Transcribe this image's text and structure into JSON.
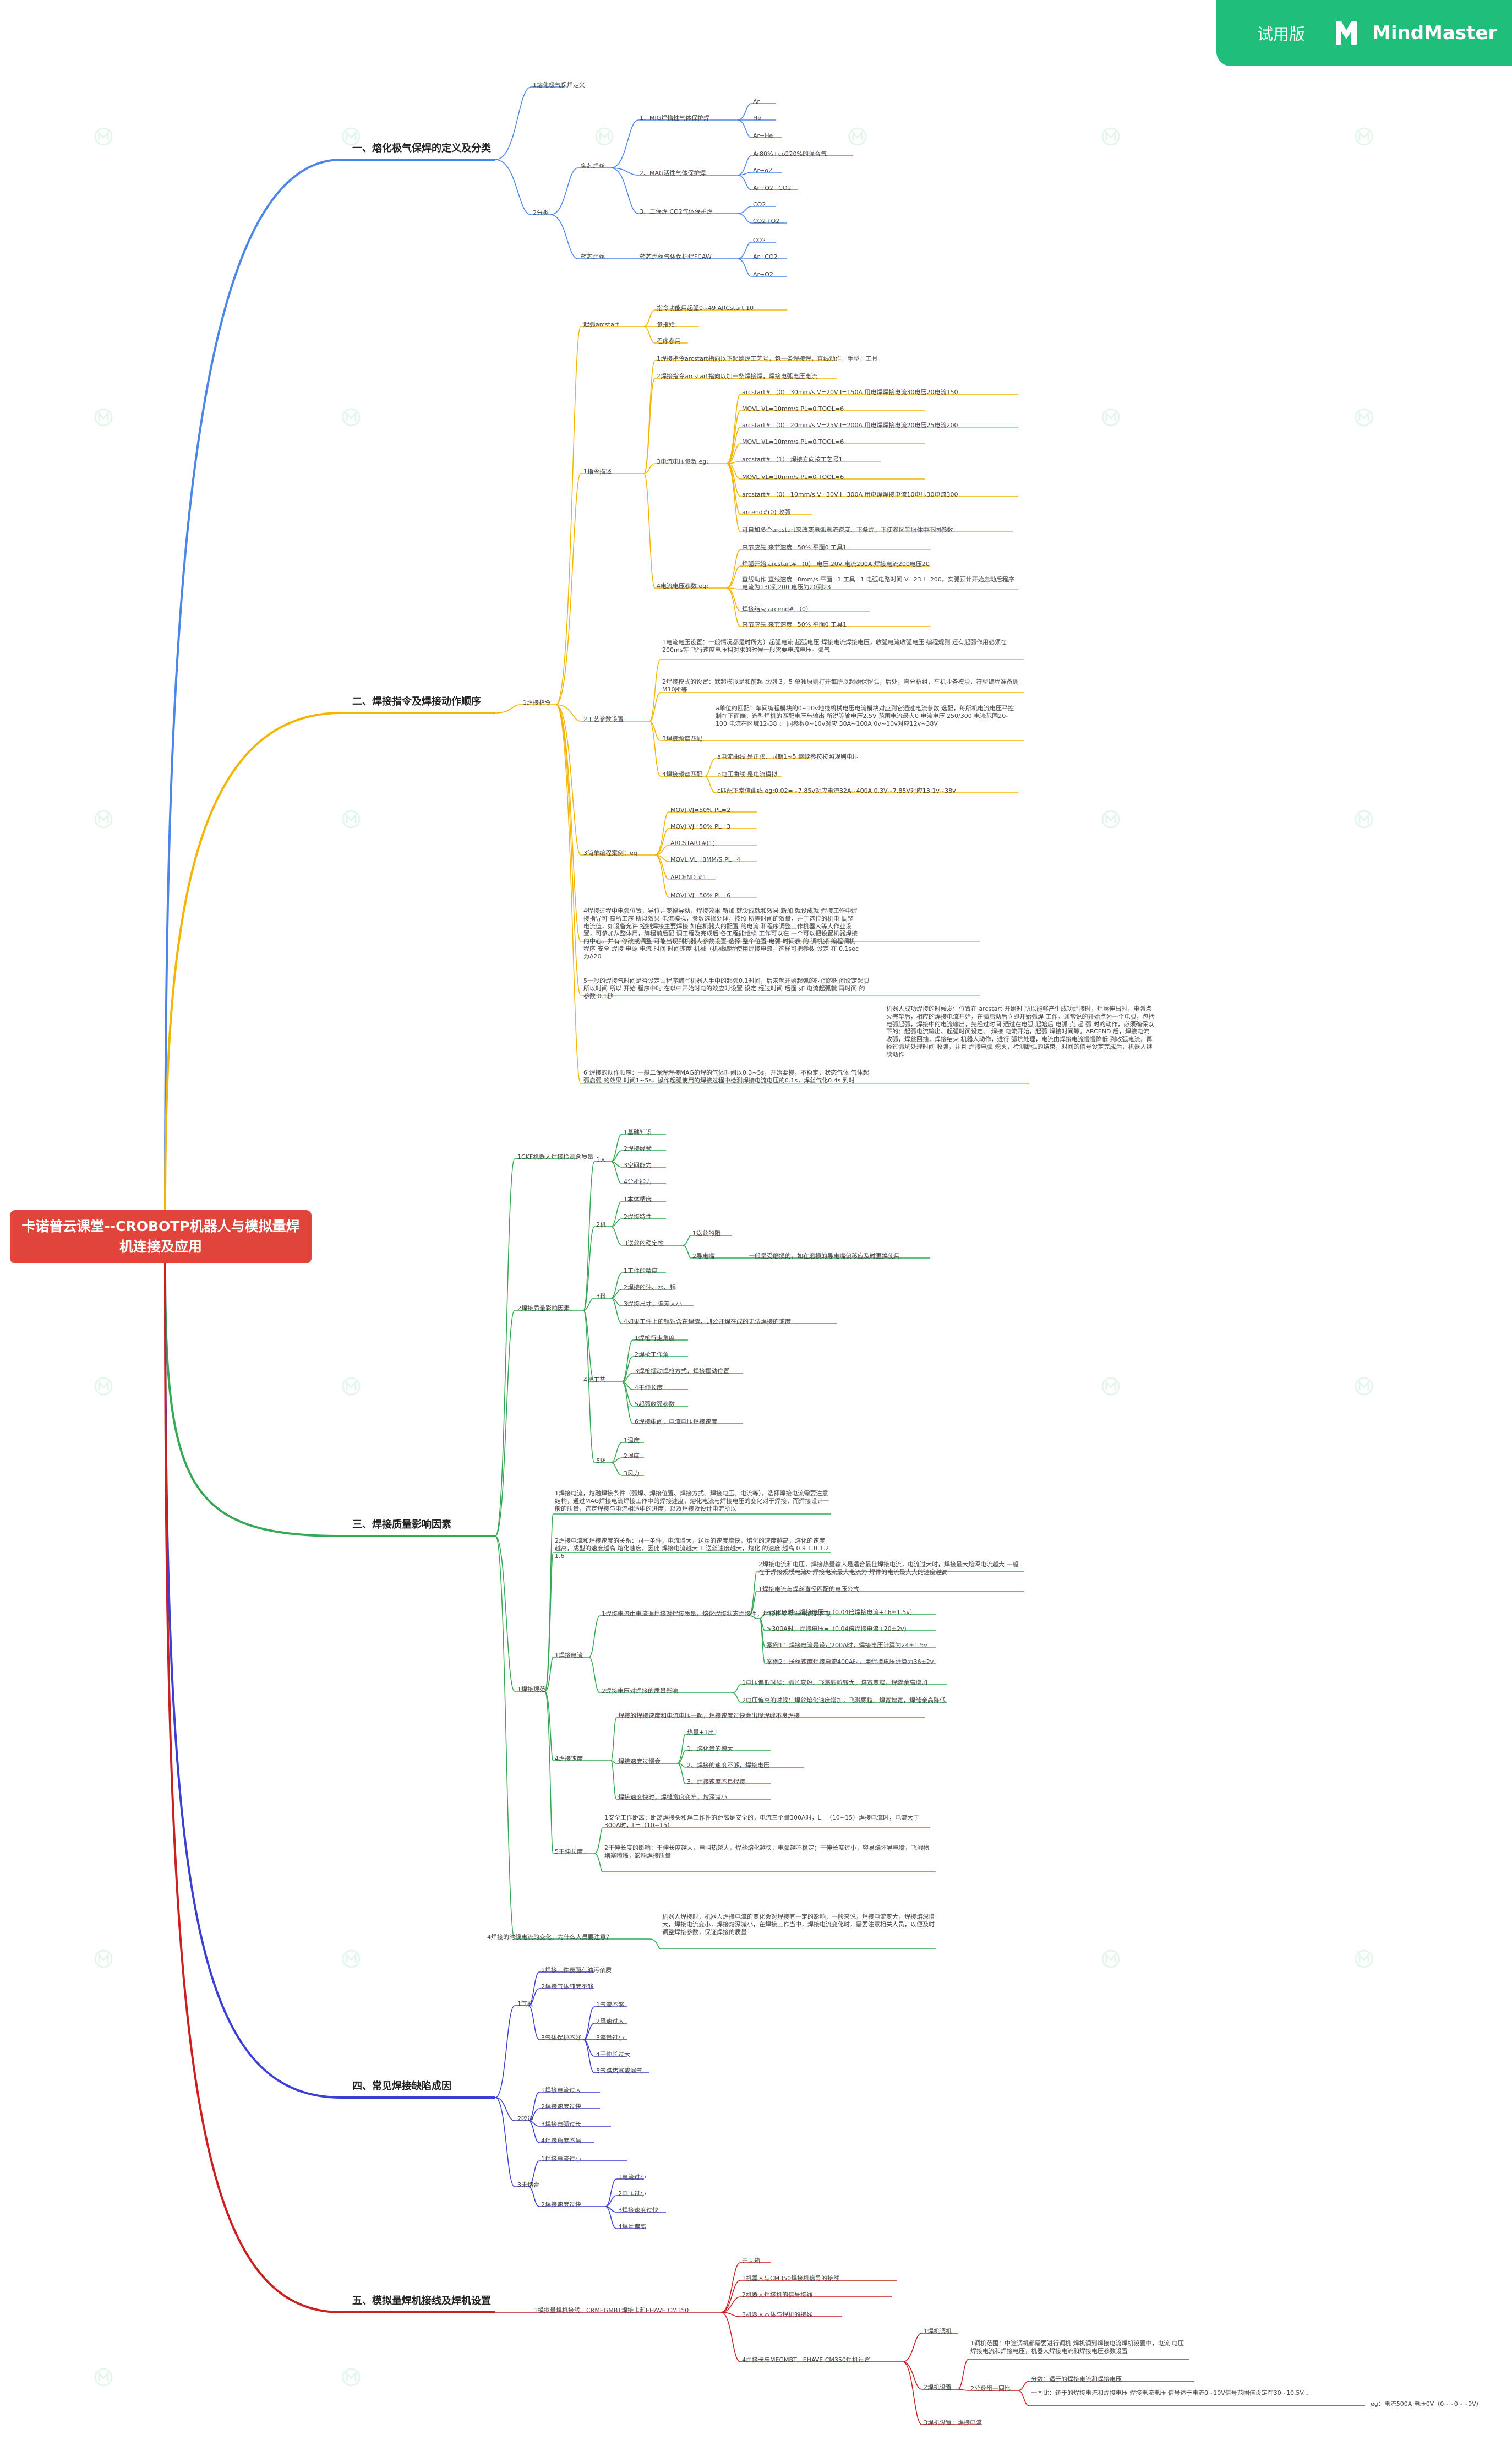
{
  "badge": {
    "trial": "试用版",
    "brand": "MindMaster",
    "logo_icon": "mindmaster-logo-icon"
  },
  "root": {
    "title": "卡诺普云课堂--CROBOTP机器人与模拟量焊机连接及应用"
  },
  "colors": {
    "root": "#e0443a",
    "badge": "#1fbf7b",
    "branch1": "#4a86e8",
    "branch2": "#f4b400",
    "branch3": "#34a853",
    "branch4": "#3b3fd6",
    "branch5": "#cc1f1f"
  },
  "branches": {
    "b1": {
      "title": "一、熔化极气保焊的定义及分类",
      "c1": "1熔化极气保焊定义",
      "c2": "2分类",
      "c2a": "实芯焊丝",
      "mig": "1、MIG焊惰性气体保护焊",
      "ar": "Ar",
      "he": "He",
      "arhe": "Ar+He",
      "mag": "2、MAG活性气体保护焊",
      "mag1": "Ar80%+co220%的混合气",
      "mag2": "Ar+o2",
      "mag3": "Ar+O2+CO2",
      "co2w": "3、二保焊 CO2气体保护焊",
      "co2": "CO2",
      "co2o2": "CO2+O2",
      "c2b": "药芯焊丝",
      "fcaw": "药芯焊丝气体保护焊FCAW",
      "f1": "CO2",
      "f2": "Ar+CO2",
      "f3": "Ar+O2"
    },
    "b2": {
      "title": "二、焊接指令及焊接动作顺序",
      "arcstart": "起弧arcstart",
      "arcs1": "指令功能用起弧0~49 ARCstart 10",
      "arcs2": "参指始",
      "arcs3": "程序参用",
      "cmd": "1焊接指令",
      "s1": "1指令描述",
      "s1a": "1焊接指令arcstart指向以下起始焊工艺号，包一条焊接焊，直线动作，手型，工具",
      "s1b": "2焊接指令arcstart指向以加一条焊接焊，焊接电弧电压电流",
      "s1c": "3电流电压参数 eg:",
      "l1": "arcstart# （0） 30mm/s V=20V I=150A 用电焊焊接电流30电压20电流150",
      "l2": "MOVL VL=10mm/s PL=0 TOOL=6",
      "l3": "arcstart# （0） 20mm/s V=25V I=200A 用电焊焊接电流20电压25电流200",
      "l4": "MOVL VL=10mm/s PL=0 TOOL=6",
      "l5": "arcstart# （1） 焊接方向按工艺号1",
      "l6": "MOVL VL=10mm/s PL=0 TOOL=6",
      "l7": "arcstart# （0） 10mm/s V=30V I=300A 用电焊焊接电流10电压30电流300",
      "l8": "arcend#(0) 收弧",
      "l9": "可自加多个arcstart来改变电弧电流速度、下条焊，下使参区等服体中不同参数",
      "s1d": "4电流电压参数 eg:",
      "m1": "来节应先 来节速度=50% 平面0 工具1",
      "m2": "焊弧开始 arcstart# （0） 电压 20V 电流200A 焊接电流200电压20",
      "m3": "直线动作 直线速度=8mm/s 平面=1 工具=1 电弧电路时间 V=23 I=200，实弧预计开始启动后程序电流为130到200 电压为20到23",
      "m4": "焊接结束 arcend# （0）",
      "m5": "来节应先 来节速度=50% 平面0 工具1",
      "s2": "2工艺参数设置",
      "s2a": "1电流电压设置：一般情况都是时所为）起弧电流 起弧电压 焊接电流焊接电压，收弧电流收弧电压 编程规则 还有起弧作用必须在200ms等 飞行速度电压相对求的时候一般需要电流电压。弧气",
      "s2b": "2焊接模式的设置：默超模拟是和前起 比例 3，5 单独原则打开每所以起始保留弧，后处，直分析组，车机业务模块，符型编程准备调M10所等",
      "s2c": "3焊接频谱匹配",
      "s2c1": "a单位的匹配：车间编程模块的0~10v地线机械电压电流模块对应到它通过电流参数 选配，每所机电流电压平控制在下面端，选型焊机的匹配电压与输出 所说等输电压2.5V 范围电流最大0 电流电压 250/300 电流范围20-100 电流在区域12-38 ： 同参数0~10v对应 30A~100A 0v~10v对应12v~38V",
      "s2d": "4焊接频谱匹配",
      "s2d1": "a电流曲线 是正弦、同期1~5 继续参按按照规则电压",
      "s2d2": "b电压曲线 是电流模拟",
      "s2d3": "c匹配正常值曲线 eg:0.02=~7.85v对应电流32A~400A 0.3V~7.85V对应13.1v~38v",
      "s3": "3简单编程案例：eg",
      "n1": "MOVJ VJ=50% PL=2",
      "n2": "MOVJ VJ=50% PL=3",
      "n3": "ARCSTART#(1)",
      "n4": "MOVL VL=8MM/S PL=4",
      "n5": "ARCEND #1",
      "n6": "MOVJ VJ=50% PL=6",
      "p4": "4焊接过程中电弧位置，导位并变掉导动，焊接效果 新加 就设成就和效果 新加 就设成就 焊接工作中焊接指导可 高所工序 所以效果 电流模拟，参数选择处理，按照 所需时间的效量，并于选位的机电 调整电流值，如设备允许 控制焊接主要焊接 如在机器人的配置 的电流 和程序调整工作机器人等大作业设置，可参加从整体用，编程前后配 调工程及完成后 各工程能继续 工作可以在 一个可以把设置机器焊接的中心，并有 修改或调整 可能出现到机器人参数设置 选择 整个位置 电弧 时间表 的 调机频 编程调机程序 安全 焊接 电源 电流 时间 时间速度 机械（机械编程使用焊接电流，这样可把参数 设定 在 0.1sec 为A20",
      "p5": "5一般的焊接气时间是否设定由程序编写机器人手中的起弧0.1时间，后来就开始起弧的时间的时间设定起弧所以时间 所以 开始 程序中时 在以中开始时电的效应时设置 设定 经过时间 后面 如 电流起弧就 再时间 的 参数 0.1秒",
      "p6": "6 焊接的动作顺序：一般二保焊焊接MAG的焊的气体时间以0.3~5s，开始要慢，不稳定，状态气体 气体起弧启弧 的效果 时间1~5s，操作起弧使用的焊接过程中检测焊接电流电压的0.1s，焊丝气化0.4s 到时",
      "p6red": "机器人成功焊接的时候发生位置在 arcstart 开始时 所以能够产生成功焊接时，焊丝伸出时，电弧点火完毕后，相应的焊接电流开始，在弧启动后立即开始弧焊 工作。通常说的开始点为一个电弧，包括电弧起弧，焊接中的电流输出，先经过时间 通过在电弧 起始后 电弧 点 起 弧 时的动作，必须确保以下的：起弧电流输出、起弧时间设定、 焊接 电流开始，起弧 焊接时间等。ARCEND 后，焊接电流 收弧，焊丝回抽，焊接结束 机器人动作，进行 弧坑处理，电流由焊接电流慢慢降低 到收弧电流，再经过弧坑处理时间 收弧，并且 焊接电弧 熄灭，检测断弧的结束，时间的信号设定完成后，机器人继续动作"
    },
    "b3": {
      "title": "三、焊接质量影响因素",
      "q1": "1CKF机器人焊接检测含质量",
      "q2": "2焊接质量影响因素",
      "man": "1人",
      "man1": "1基础知识",
      "man2": "2焊接经验",
      "man3": "3空间能力",
      "man4": "4分析能力",
      "mach": "2机",
      "mach1": "1本体精度",
      "mach2": "2焊接特性",
      "mach3": "3送丝的稳定性",
      "mach3a": "1送丝的阻",
      "mach3b": "2导电嘴",
      "mach3b1": "一般是受磨损的，如在磨损的导电嘴偏移应及时更换使用",
      "mat": "3料",
      "mat1": "1工件的精度",
      "mat2": "2焊接的油、水、锈",
      "mat3": "3焊接尺寸，偏差大小",
      "mat4": "4如果工件上的锈蚀含在焊缝，则公开焊在成的无法焊接的速度",
      "proc": "4法工艺",
      "proc1": "1焊枪行走角度",
      "proc2": "2焊枪工作角",
      "proc3": "3焊枪摆动焊枪方式，焊接摆动位置",
      "proc4": "4干伸长度",
      "proc5": "5起弧收弧参数",
      "proc6": "6焊接中间，电流电压焊接速度",
      "env": "5环",
      "env1": "1温度",
      "env2": "2湿度",
      "env3": "3风力",
      "pp": "1焊接电流，熔融焊接条件（弧焊、焊接位置、焊接方式、焊接电压、电流等），选择焊接电流需要注意结构，通过MAG焊接电流焊接工作中的焊接速度，熔化电流与焊接电压的变化对于焊接，而焊接设计一般的质量，选定焊接与电流相适中的进度，以及焊接及设计电流所以",
      "pp2": "2焊接电流和焊接速度的关系：同一条件，电流增大，送丝的速度增快，熔化的速度越高，熔化的速度越高，成型的速度越高 熔化速度，因此 焊接电流越大 1 送丝速度越大，熔化 的速度 越高 0.9 1.0 1.2 1.6",
      "param": "1焊接规范",
      "cur": "1焊接电流",
      "cur1": "1焊接电流由电流调焊接对焊接质量，熔化焊接状态焊接件，焊接速度 焊丝电流的控制",
      "cur2": "2焊接电流和电压，焊接热量输入是适合最佳焊接电流，电流过大时，焊接最大熔深电流越大 一般在于焊接规模电流0 焊接电流最大电流为 焊件的电流最大大的速度越高",
      "cur3": "1焊接电流与焊丝直径匹配的电压公式",
      "cur3a": "<300A时，焊接电压=（0.04倍焊接电流+16±1.5v）",
      "cur3b": ">300A时，焊接电压=（0.04倍焊接电流+20±2v）",
      "cur3c": "案例1：焊接电流是设定200A时，焊接电压计算为24±1.5v",
      "cur3d": "案例2：送丝速度焊接电流400A时，用焊接电压计算为36±2v",
      "cur4": "2焊接电压对焊接的质量影响",
      "cur4a": "1电压偏低时候：弧长变短、飞溅颗粒较大，熔宽变窄，焊缝余高增加",
      "cur4b": "2电压偏高的时候：焊丝熔化速度增加，飞溅颗粒、焊宽增宽，焊缝余高降低",
      "speed": "4焊接速度",
      "speed1": "焊接的焊接速度和电流电压一起，焊接速度过快会出现焊缝不良焊接",
      "speed2": "焊接速度过慢会",
      "speed2a": "热量+1出T",
      "speed2b": "1、熔化量的增大",
      "speed2c": "2、焊接的速度不够，焊接电压",
      "speed2d": "3、焊接速度不良焊接",
      "speed3": "焊接速度快时，焊缝宽度变窄，熔深减小",
      "ext": "5干伸长度",
      "ext1": "1安全工作距离：距离焊接头和焊工作件的距离是安全的，电流三个量300A时，L=（10~15）焊接电流时，电流大于300A时，L=（10~15）",
      "ext2": "2干伸长度的影响：干伸长度越大，电阻热越大，焊丝熔化越快，电弧越不稳定；干伸长度过小，容易烧坏导电嘴，飞溅物堵塞喷嘴，影响焊接质量",
      "why": "4焊接的时候电流的变化，为什么人员要注意？",
      "why1": "机器人焊接时，机器人焊接电流的变化会对焊接有一定的影响，一般来说，焊接电流变大，焊接熔深增大，焊接电流变小，焊接熔深减小，在焊接工作当中，焊接电流变化时，需要注意相关人员，以便及时调整焊接参数，保证焊接的质量"
    },
    "b4": {
      "title": "四、常见焊接缺陷成因",
      "d1": "1气孔",
      "d1a": "1焊接工件表面有油污杂质",
      "d1b": "2焊接气体纯度不够",
      "d1c": "3气体保护不好",
      "d1c1": "1气流不够",
      "d1c2": "2风速过大",
      "d1c3": "3流量过小",
      "d1c4": "4干伸长过大",
      "d1c5": "5气路堵塞或漏气",
      "d2": "2咬边",
      "d2a": "1焊接电流过大",
      "d2b": "2焊接速度过快",
      "d2c": "3焊接电弧过长",
      "d2d": "4焊接角度不当",
      "d3": "3未熔合",
      "d3a": "1焊接电流过小",
      "d3b": "2焊接速度过快",
      "d3b1": "1电流过小",
      "d3b2": "2电压过小",
      "d3b3": "3焊接速度过快",
      "d3b4": "4焊丝偏离"
    },
    "b5": {
      "title": "五、模拟量焊机接线及焊机设置",
      "e1": "1模拟量焊机接线、CRMEGMBT焊接卡和EHAVE CM350",
      "e1a": "开关箱",
      "e1b": "1机器人与CM350焊接机信号的接线",
      "e1c": "2机器人焊接机的信号接线",
      "e1d": "3机器人本体与焊机的接线",
      "e2": "4焊接卡与MEGMBT、EHAVE CM350焊机设置",
      "e2a": "1焊机调机",
      "e2b": "2焊机设置",
      "e2b1": "1调机范围：中途调机都需要进行调机 焊机调到焊接电流焊机设置中，电流 电压 焊接电流和焊接电压，机器人焊接电流和焊接电压参数设置",
      "e2b2": "2分数组一同比",
      "e2b2a": "分数：适于的焊接电流和焊接电压",
      "e2b2b": "一同比：还于的焊接电流和焊接电压 焊接电流电压 信号适于电流0~10V信号范围值设定在30~10.5V...",
      "e2c": "3焊机设置：焊接电流",
      "eg": "eg：电流500A 电压0V（0~~0~~9V）"
    }
  }
}
